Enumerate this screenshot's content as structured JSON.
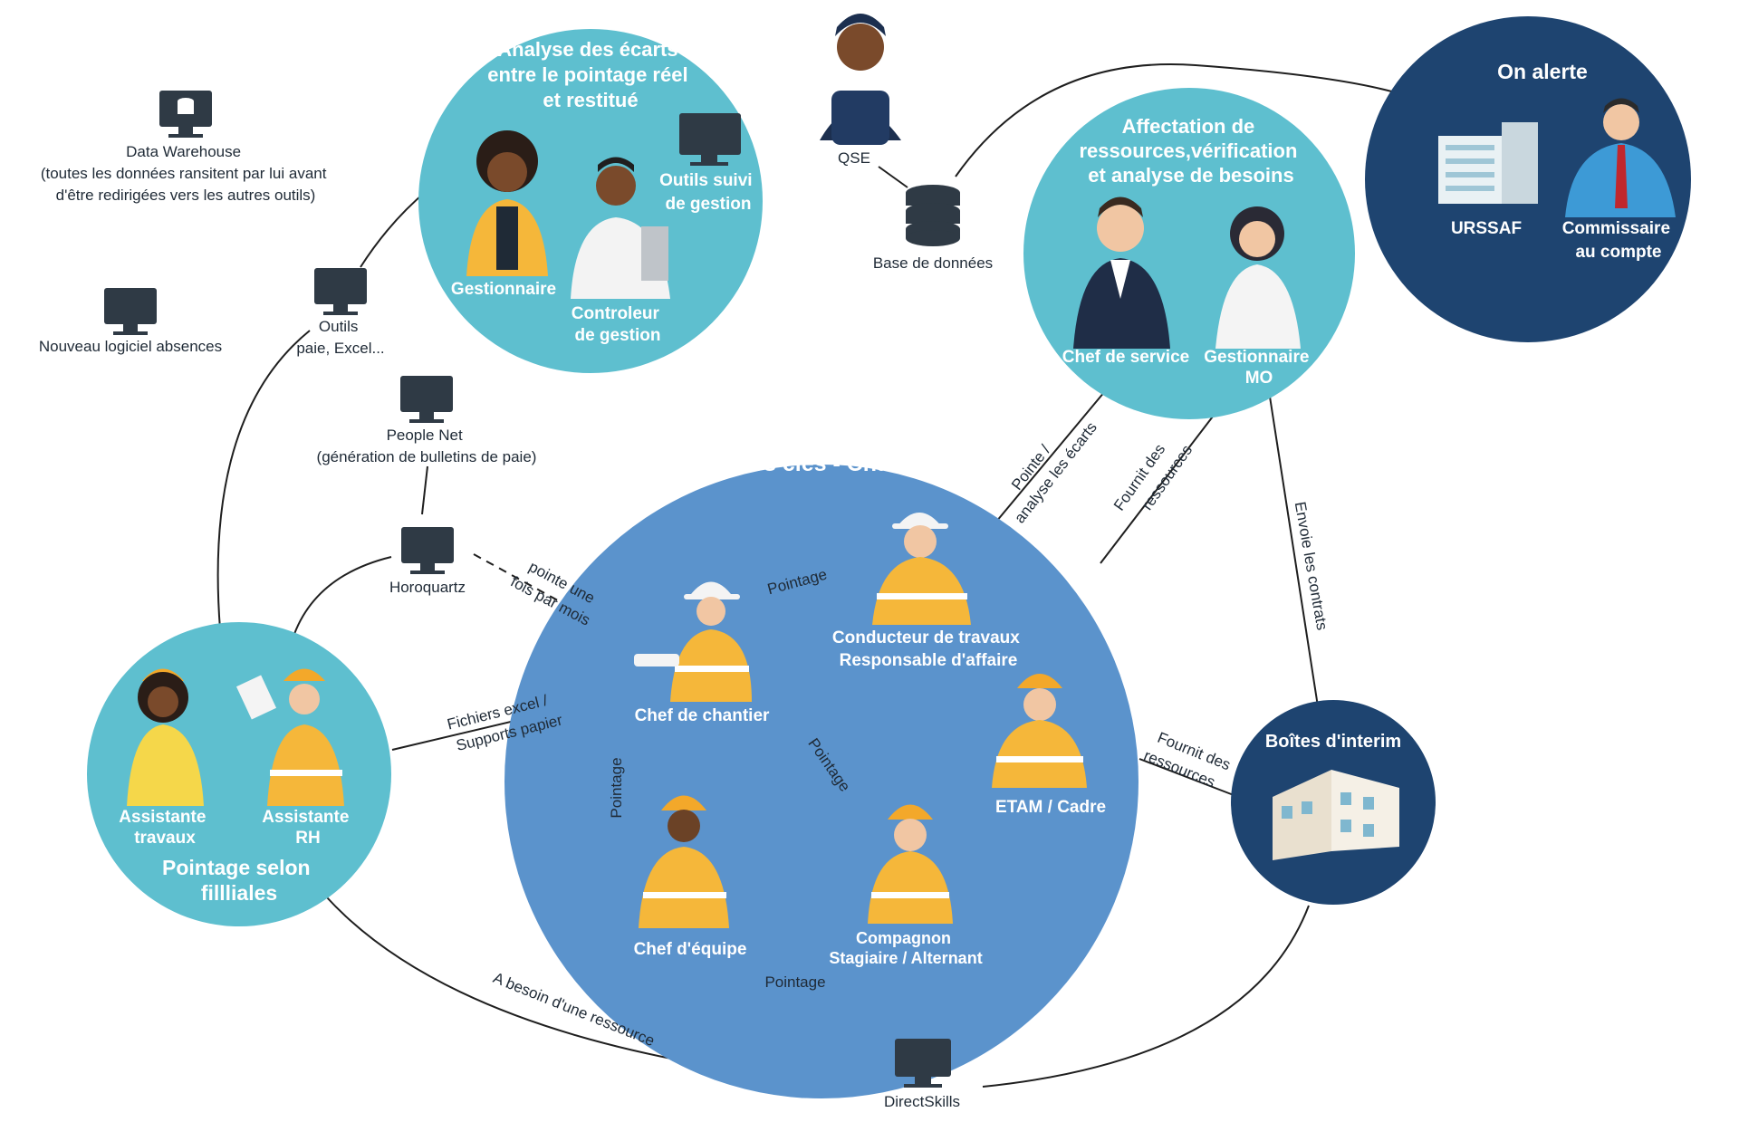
{
  "colors": {
    "teal": "#5ebfcf",
    "blue": "#5b93cc",
    "navy": "#1e4470",
    "navy_dark": "#1b3558",
    "vest": "#f5b73a",
    "helmet": "#f3a82a",
    "line": "#1f1f1f",
    "text_dark": "#1f2a36",
    "monitor": "#2f3a45"
  },
  "circles": {
    "analyse": {
      "title": [
        "Analyse des écarts",
        "entre le pointage réel",
        "et restitué"
      ],
      "outils_suivi": [
        "Outils suivi",
        "de gestion"
      ],
      "gestionnaire": "Gestionnaire",
      "controleur": [
        "Controleur",
        "de gestion"
      ]
    },
    "affectation": {
      "title": [
        "Affectation de",
        "ressources,vérification",
        "et analyse de besoins"
      ],
      "chef_service": "Chef de service",
      "gestionnaire_mo": [
        "Gestionnaire",
        "MO"
      ]
    },
    "alerte": {
      "title": "On alerte",
      "urssaf": "URSSAF",
      "commissaire": [
        "Commissaire",
        "au compte"
      ]
    },
    "acteurs": {
      "title": "Acteurs clés - Chantier",
      "chef_chantier": "Chef de chantier",
      "conducteur": [
        "Conducteur de travaux",
        "Responsable d'affaire"
      ],
      "etam": "ETAM / Cadre",
      "chef_equipe": "Chef d'équipe",
      "compagnon": [
        "Compagnon",
        "Stagiaire / Alternant"
      ]
    },
    "pointage": {
      "assistante_travaux": [
        "Assistante",
        "travaux"
      ],
      "assistante_rh": [
        "Assistante",
        "RH"
      ],
      "title": [
        "Pointage selon",
        "fillliales"
      ]
    },
    "interim": {
      "title": "Boîtes d'interim"
    }
  },
  "tools": {
    "data_warehouse": [
      "Data Warehouse",
      "(toutes les données ransitent par lui avant",
      "d'être redirigées vers les autres outils)"
    ],
    "nouveau_logiciel": "Nouveau logiciel absences",
    "outils_paie": [
      "Outils",
      "paie, Excel..."
    ],
    "people_net": [
      "People Net",
      "(génération de bulletins de paie)"
    ],
    "horoquartz": "Horoquartz",
    "qse": "QSE",
    "base_donnees": "Base de données",
    "directskills": "DirectSkills"
  },
  "edges": {
    "pointe_mois": [
      "pointe une",
      "fois par mois"
    ],
    "pointage": "Pointage",
    "fichiers": [
      "Fichiers excel /",
      "Supports papier"
    ],
    "pointe_analyse": [
      "Pointe /",
      "analyse les écarts"
    ],
    "fournit_ressources": [
      "Fournit des",
      "ressources"
    ],
    "envoie_contrats": "Envoie les contrats",
    "besoin_ressource": "A besoin d'une ressource"
  }
}
